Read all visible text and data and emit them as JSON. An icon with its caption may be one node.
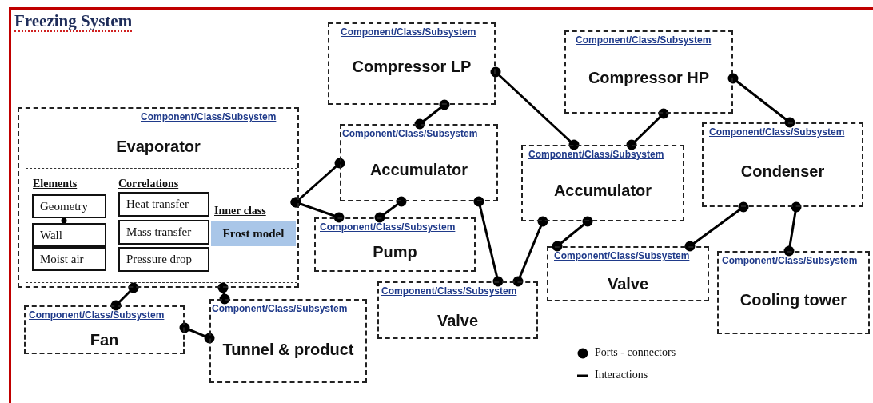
{
  "diagram": {
    "title": "Freezing System",
    "nodes": [
      {
        "text": [
          "Component/Class/Subsystem",
          "Evaporator"
        ]
      },
      {
        "text": [],
        "shape": "box",
        "in": 0
      },
      {
        "text": [
          "Geometry"
        ],
        "in": 1
      },
      {
        "text": [
          "Wall"
        ],
        "in": 1
      },
      {
        "text": [
          "Moist air"
        ],
        "in": 1
      },
      {
        "text": [
          "Heat transfer"
        ],
        "in": 1
      },
      {
        "text": [
          "Mass transfer"
        ],
        "in": 1
      },
      {
        "text": [
          "Pressure drop"
        ],
        "in": 1
      },
      {
        "text": [
          "Frost model"
        ],
        "in": 1
      },
      {
        "text": [
          "Component/Class/Subsystem",
          "Compressor LP"
        ]
      },
      {
        "text": [
          "Component/Class/Subsystem",
          "Compressor HP"
        ]
      },
      {
        "text": [
          "Component/Class/Subsystem",
          "Accumulator"
        ]
      },
      {
        "text": [
          "Component/Class/Subsystem",
          "Accumulator"
        ]
      },
      {
        "text": [
          "Component/Class/Subsystem",
          "Condenser"
        ]
      },
      {
        "text": [
          "Component/Class/Subsystem",
          "Pump"
        ]
      },
      {
        "text": [
          "Component/Class/Subsystem",
          "Valve"
        ]
      },
      {
        "text": [
          "Component/Class/Subsystem",
          "Cooling tower"
        ]
      },
      {
        "text": [
          "Component/Class/Subsystem",
          "Fan"
        ]
      },
      {
        "text": [
          "Component/Class/Subsystem",
          "Tunnel & product"
        ]
      },
      {
        "text": [
          "Component/Class/Subsystem",
          "Valve"
        ]
      }
    ],
    "edges": [
      {
        "from": 2,
        "to": 3,
        "arrow": "other"
      },
      {
        "from": 1,
        "to": 11,
        "arrow": "other"
      },
      {
        "from": 1,
        "to": 14,
        "arrow": "other"
      },
      {
        "from": 9,
        "to": 11,
        "arrow": "other"
      },
      {
        "from": 9,
        "to": 12,
        "arrow": "other"
      },
      {
        "from": 10,
        "to": 12,
        "arrow": "other"
      },
      {
        "from": 10,
        "to": 13,
        "arrow": "other"
      },
      {
        "from": 11,
        "to": 14,
        "arrow": "other"
      },
      {
        "from": 11,
        "to": 19,
        "arrow": "other"
      },
      {
        "from": 12,
        "to": 19,
        "arrow": "other"
      },
      {
        "from": 12,
        "to": 15,
        "arrow": "other"
      },
      {
        "from": 13,
        "to": 15,
        "arrow": "other"
      },
      {
        "from": 13,
        "to": 16,
        "arrow": "other"
      },
      {
        "from": 0,
        "to": 17,
        "arrow": "other"
      },
      {
        "from": 0,
        "to": 18,
        "arrow": "other"
      },
      {
        "from": 17,
        "to": 18,
        "arrow": "other"
      }
    ],
    "labels": [
      "Elements",
      "Correlations",
      "Inner class"
    ],
    "legend": [
      {
        "text": "Ports - connectors"
      },
      {
        "text": "Interactions"
      }
    ]
  }
}
